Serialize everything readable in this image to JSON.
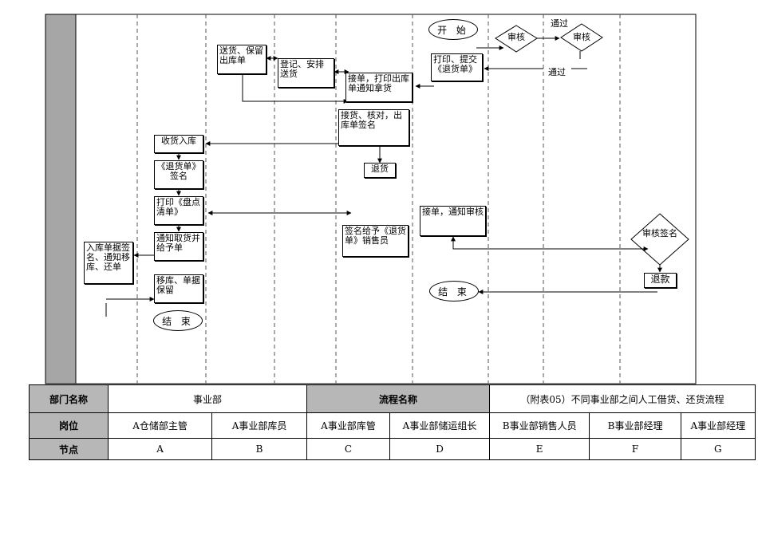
{
  "nodes": {
    "start": "开 始",
    "audit1": "审核",
    "audit2": "审核",
    "pass1": "通过",
    "pass2": "通过",
    "print_submit": "打印、提交《退货单》",
    "delivery_keep": "送货、保留出库单",
    "register_arrange": "登记、安排送货",
    "receive_print": "接单，打印出库单通知拿货",
    "pick_check": "接货、核对，出库单签名",
    "return_goods": "退货",
    "receive_stock": "收货入库",
    "sign_return_form": "《退货单》签名",
    "print_inventory": "打印《盘点清单》",
    "notify_pickup": "通知取货并给予单",
    "stock_sign": "入库单据签名、通知移库、还单",
    "move_keep": "移库、单据保留",
    "end1": "结 束",
    "give_sales": "签名给予《退货单》销售员",
    "receive_notify": "接单，通知审核",
    "audit_sign": "审核签名",
    "refund": "退款",
    "end2": "结 束"
  },
  "table": {
    "dept_label": "部门名称",
    "dept_value": "事业部",
    "process_label": "流程名称",
    "process_value": "（附表05）不同事业部之间人工借货、还货流程",
    "post_label": "岗位",
    "posts": [
      "A仓储部主管",
      "A事业部库员",
      "A事业部库管",
      "A事业部储运组长",
      "B事业部销售人员",
      "B事业部经理",
      "A事业部经理"
    ],
    "node_label": "节点",
    "node_ids": [
      "A",
      "B",
      "C",
      "D",
      "E",
      "F",
      "G"
    ]
  },
  "colors": {
    "sidebar": "#a6a6a6",
    "header_cell": "#b7b7b7"
  }
}
